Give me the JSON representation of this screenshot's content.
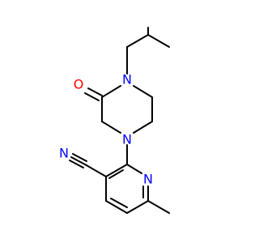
{
  "colors": {
    "carbon": "#000000",
    "nitrogen": "#0000ff",
    "oxygen": "#ff0000"
  },
  "atom_labels": {
    "ring_n_top": "N",
    "ring_n_bottom": "N",
    "carbonyl_o": "O",
    "nitrile_n": "N",
    "pyridine_n": "N"
  }
}
